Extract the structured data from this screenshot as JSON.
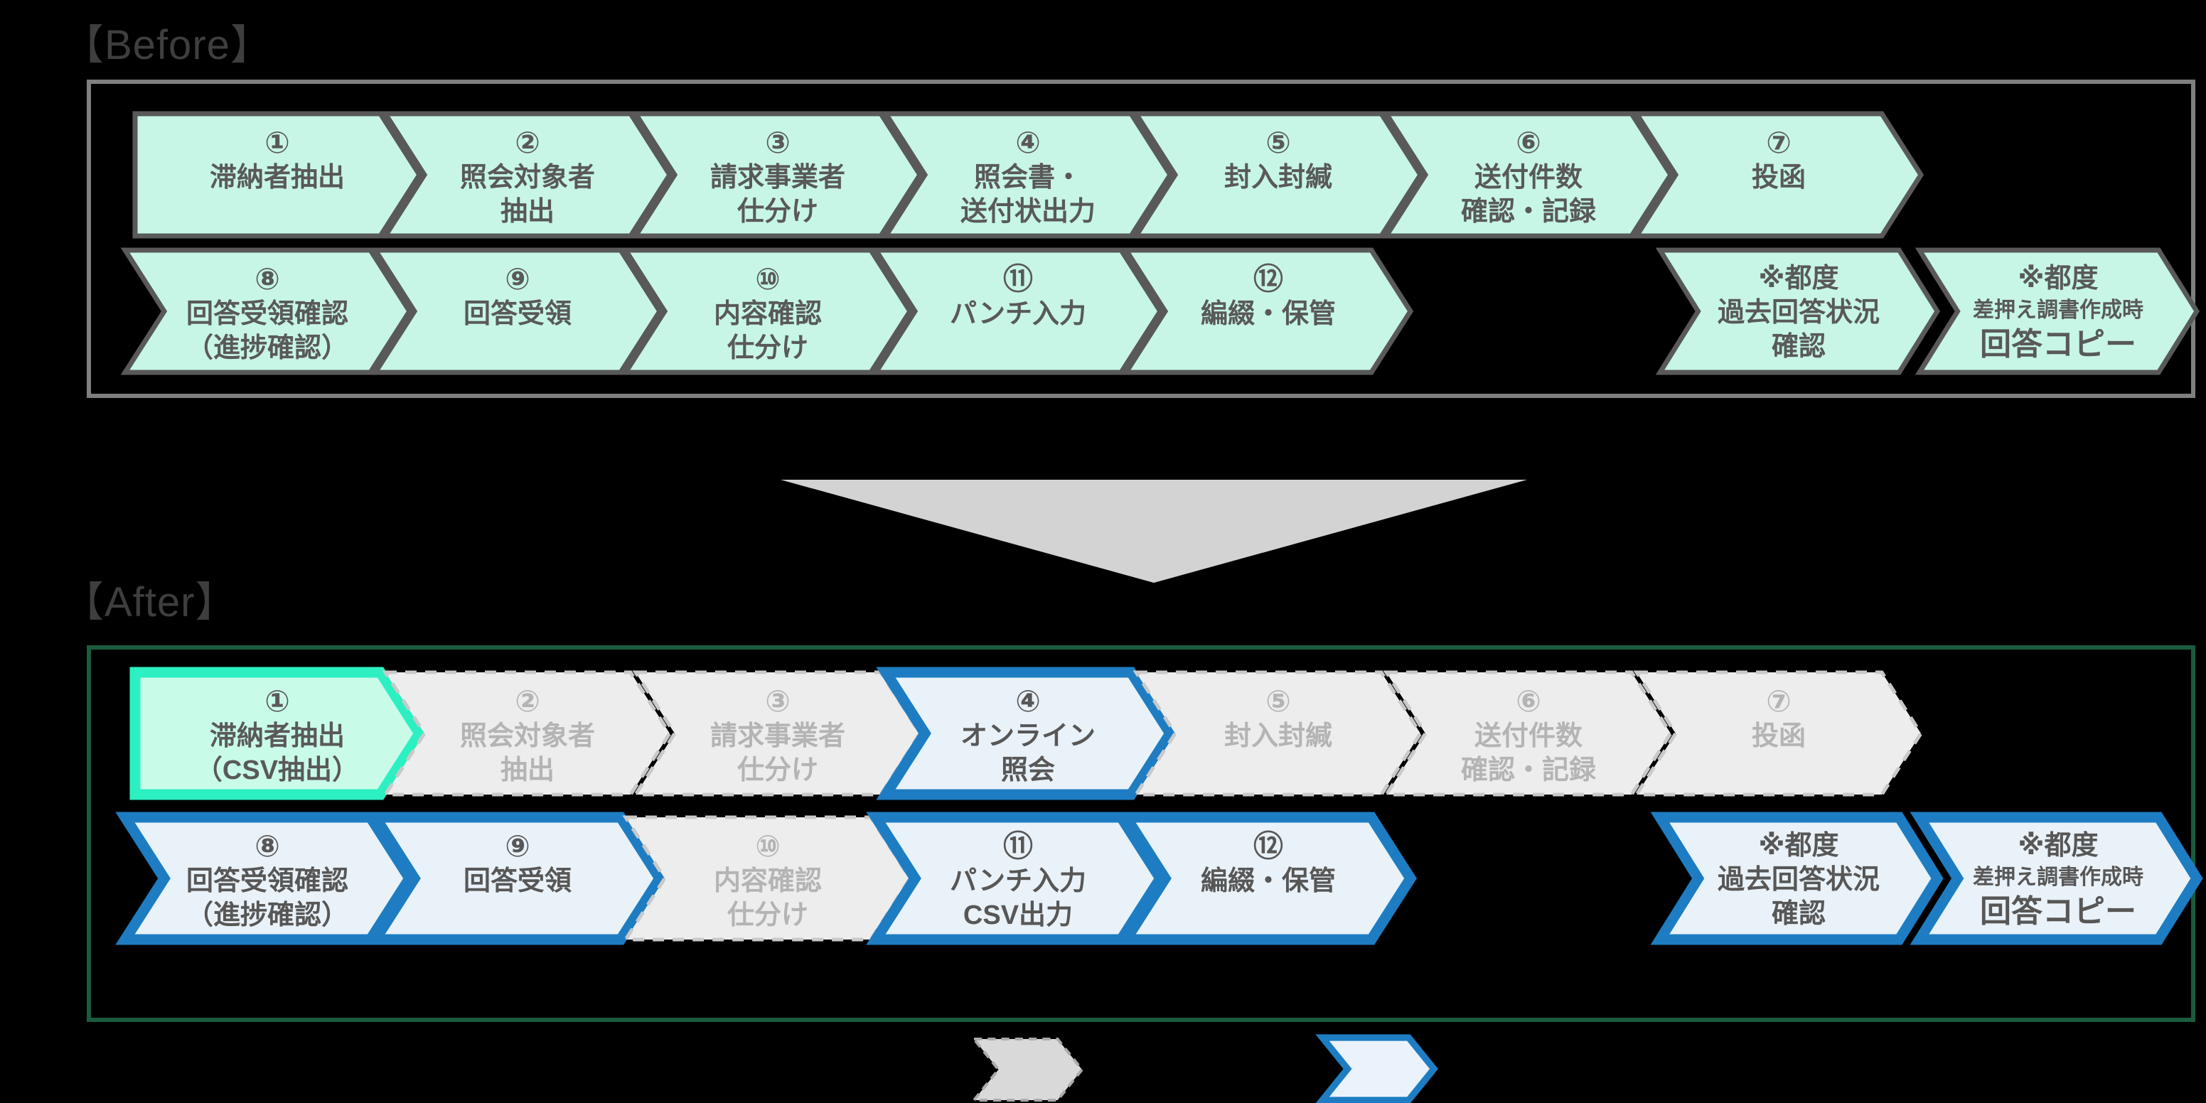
{
  "titles": {
    "before": "【Before】",
    "after": "【After】"
  },
  "colors": {
    "background": "#000000",
    "before_box_border": "#7f7f7f",
    "after_box_border": "#1a5c3e",
    "mint_fill": "#c7f6e6",
    "mint_border": "#595959",
    "highlight_green_fill": "#c9fbe9",
    "highlight_green_border": "#2cf0c1",
    "changed_blue_fill": "#e9f2f9",
    "changed_blue_border": "#1e7dc2",
    "unchanged_gray_fill": "#ededed",
    "unchanged_gray_border": "#c9c9c9",
    "transition_arrow": "#d3d3d3",
    "text_dark": "#595959",
    "text_gray": "#b4b4b4"
  },
  "before": {
    "row1": [
      {
        "num": "①",
        "l1": "滞納者抽出",
        "l2": ""
      },
      {
        "num": "②",
        "l1": "照会対象者",
        "l2": "抽出"
      },
      {
        "num": "③",
        "l1": "請求事業者",
        "l2": "仕分け"
      },
      {
        "num": "④",
        "l1": "照会書・",
        "l2": "送付状出力"
      },
      {
        "num": "⑤",
        "l1": "封入封緘",
        "l2": ""
      },
      {
        "num": "⑥",
        "l1": "送付件数",
        "l2": "確認・記録"
      },
      {
        "num": "⑦",
        "l1": "投函",
        "l2": ""
      }
    ],
    "row2": [
      {
        "num": "⑧",
        "l1": "回答受領確認",
        "l2": "（進捗確認）"
      },
      {
        "num": "⑨",
        "l1": "回答受領",
        "l2": ""
      },
      {
        "num": "⑩",
        "l1": "内容確認",
        "l2": "仕分け"
      },
      {
        "num": "⑪",
        "l1": "パンチ入力",
        "l2": ""
      },
      {
        "num": "⑫",
        "l1": "編綴・保管",
        "l2": ""
      }
    ],
    "side": [
      {
        "num": "※都度",
        "l1": "過去回答状況",
        "l2": "確認"
      },
      {
        "num": "※都度",
        "l1": "差押え調書作成時",
        "l2": "回答コピー"
      }
    ]
  },
  "after": {
    "row1": [
      {
        "num": "①",
        "l1": "滞納者抽出",
        "l2": "（CSV抽出）"
      },
      {
        "num": "②",
        "l1": "照会対象者",
        "l2": "抽出"
      },
      {
        "num": "③",
        "l1": "請求事業者",
        "l2": "仕分け"
      },
      {
        "num": "④",
        "l1": "オンライン",
        "l2": "照会"
      },
      {
        "num": "⑤",
        "l1": "封入封緘",
        "l2": ""
      },
      {
        "num": "⑥",
        "l1": "送付件数",
        "l2": "確認・記録"
      },
      {
        "num": "⑦",
        "l1": "投函",
        "l2": ""
      }
    ],
    "row2": [
      {
        "num": "⑧",
        "l1": "回答受領確認",
        "l2": "（進捗確認）"
      },
      {
        "num": "⑨",
        "l1": "回答受領",
        "l2": ""
      },
      {
        "num": "⑩",
        "l1": "内容確認",
        "l2": "仕分け"
      },
      {
        "num": "⑪",
        "l1": "パンチ入力",
        "l2": "CSV出力"
      },
      {
        "num": "⑫",
        "l1": "編綴・保管",
        "l2": ""
      }
    ],
    "side": [
      {
        "num": "※都度",
        "l1": "過去回答状況",
        "l2": "確認"
      },
      {
        "num": "※都度",
        "l1": "差押え調書作成時",
        "l2": "回答コピー"
      }
    ]
  },
  "legend": {
    "gray_icon": "gray-dashed-chevron",
    "blue_icon": "blue-outline-chevron"
  }
}
